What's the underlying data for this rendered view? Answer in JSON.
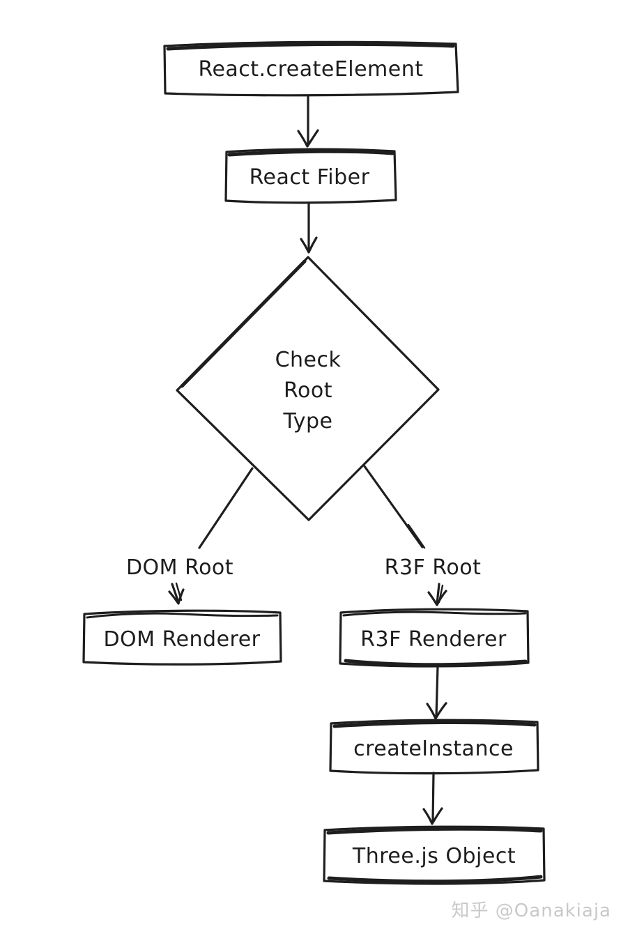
{
  "diagram": {
    "type": "flowchart",
    "style": {
      "stroke_color": "#1e1e1e",
      "background_color": "#ffffff",
      "text_color": "#1d1d1d"
    },
    "nodes": {
      "create_element": {
        "label": "React.createElement",
        "shape": "rectangle"
      },
      "react_fiber": {
        "label": "React Fiber",
        "shape": "rectangle"
      },
      "check_root": {
        "label": "Check Root Type",
        "shape": "diamond",
        "lines": [
          "Check",
          "Root",
          "Type"
        ]
      },
      "dom_renderer": {
        "label": "DOM Renderer",
        "shape": "rectangle"
      },
      "r3f_renderer": {
        "label": "R3F Renderer",
        "shape": "rectangle"
      },
      "create_instance": {
        "label": "createInstance",
        "shape": "rectangle"
      },
      "threejs_object": {
        "label": "Three.js Object",
        "shape": "rectangle"
      }
    },
    "edges": [
      {
        "from": "React.createElement",
        "to": "React Fiber",
        "label": ""
      },
      {
        "from": "React Fiber",
        "to": "Check Root Type",
        "label": ""
      },
      {
        "from": "Check Root Type",
        "to": "DOM Renderer",
        "label": "DOM Root"
      },
      {
        "from": "Check Root Type",
        "to": "R3F Renderer",
        "label": "R3F Root"
      },
      {
        "from": "R3F Renderer",
        "to": "createInstance",
        "label": ""
      },
      {
        "from": "createInstance",
        "to": "Three.js Object",
        "label": ""
      }
    ]
  },
  "watermark": {
    "text": "知乎 @Oanakiaja",
    "color": "#c9c9c9"
  }
}
